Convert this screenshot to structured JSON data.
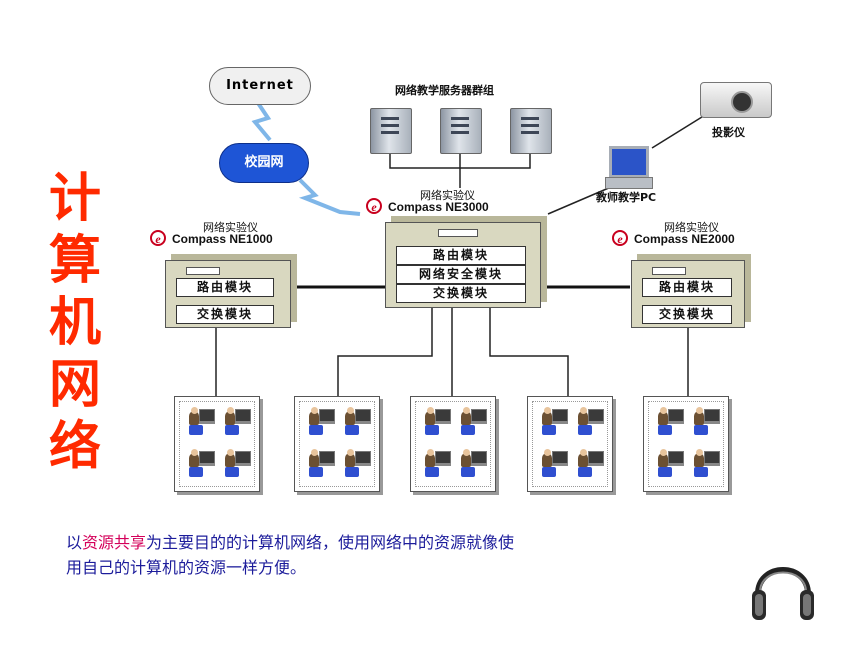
{
  "title_chars": [
    "计",
    "算",
    "机",
    "网",
    "络"
  ],
  "internet_label": "Internet",
  "campus_label": "校园网",
  "server_group_label": "网络教学服务器群组",
  "projector_label": "投影仪",
  "teacher_pc_label": "教师教学PC",
  "devices": {
    "center": {
      "caption": "网络实验仪",
      "model": "Compass NE3000",
      "modules": [
        "路由模块",
        "网络安全模块",
        "交换模块"
      ]
    },
    "left": {
      "caption": "网络实验仪",
      "model": "Compass NE1000",
      "modules": [
        "路由模块",
        "交换模块"
      ]
    },
    "right": {
      "caption": "网络实验仪",
      "model": "Compass NE2000",
      "modules": [
        "路由模块",
        "交换模块"
      ]
    }
  },
  "logo_letter": "e",
  "caption": {
    "prefix": "以",
    "highlight": "资源共享",
    "rest_line1": "为主要目的的计算机网络，使用网络中的资源就像使",
    "line2": "用自己的计算机的资源一样方便。"
  },
  "colors": {
    "title": "#ff2a00",
    "caption_text": "#1c1c9b",
    "caption_highlight": "#d4005a",
    "campus_cloud": "#1e55d6"
  }
}
